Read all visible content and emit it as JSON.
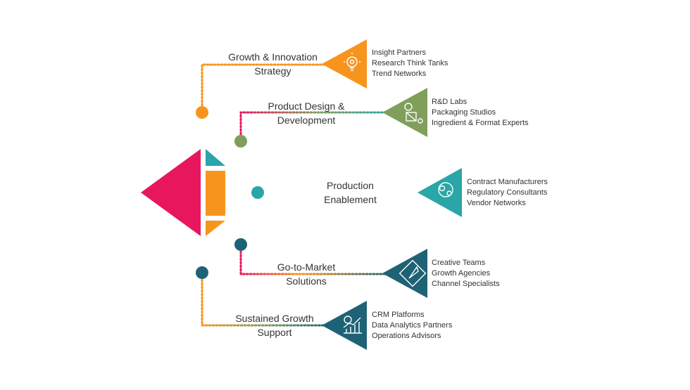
{
  "colors": {
    "orange": "#F7941D",
    "olive": "#7F9F5B",
    "teal": "#2AA5A8",
    "navy": "#1E6275",
    "dark_teal": "#1E6275",
    "magenta": "#E8175D",
    "text": "#333333"
  },
  "stages": [
    {
      "title_line1": "Growth & Innovation",
      "title_line2": "Strategy",
      "icon": "lightbulb-gear-icon",
      "items": [
        "Insight Partners",
        "Research Think Tanks",
        "Trend Networks"
      ]
    },
    {
      "title_line1": "Product Design &",
      "title_line2": "Development",
      "icon": "design-tools-icon",
      "items": [
        "R&D Labs",
        "Packaging Studios",
        "Ingredient & Format Experts"
      ]
    },
    {
      "title_line1": "Production",
      "title_line2": "Enablement",
      "icon": "gears-icon",
      "items": [
        "Contract Manufacturers",
        "Regulatory Consultants",
        "Vendor Networks"
      ]
    },
    {
      "title_line1": "Go-to-Market",
      "title_line2": "Solutions",
      "icon": "rocket-icon",
      "items": [
        "Creative Teams",
        "Growth Agencies",
        "Channel Specialists"
      ]
    },
    {
      "title_line1": "Sustained Growth",
      "title_line2": "Support",
      "icon": "growth-chart-icon",
      "items": [
        "CRM Platforms",
        "Data Analytics Partners",
        "Operations Advisors"
      ]
    }
  ]
}
